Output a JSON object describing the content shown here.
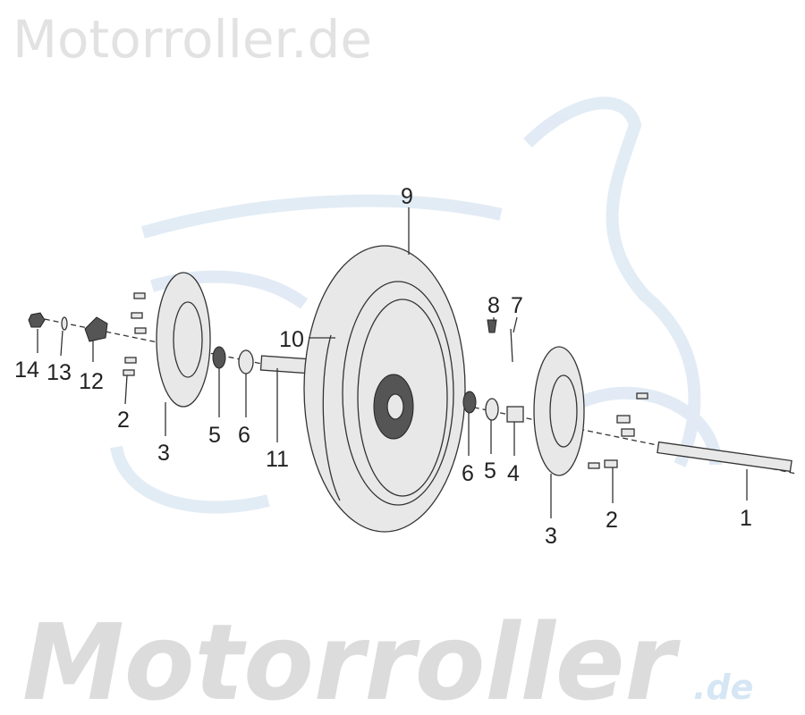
{
  "header": {
    "title": "Motorroller.de"
  },
  "watermark": {
    "text": "Motorroller",
    "suffix": ".de",
    "color": "#dcdcdc",
    "suffix_color": "#d6e6f4"
  },
  "callouts": {
    "c14": "14",
    "c13": "13",
    "c12": "12",
    "c2a": "2",
    "c3a": "3",
    "c5a": "5",
    "c6a": "6",
    "c11": "11",
    "c10": "10",
    "c9": "9",
    "c8": "8",
    "c7": "7",
    "c6b": "6",
    "c5b": "5",
    "c4": "4",
    "c3b": "3",
    "c2b": "2",
    "c1": "1"
  }
}
